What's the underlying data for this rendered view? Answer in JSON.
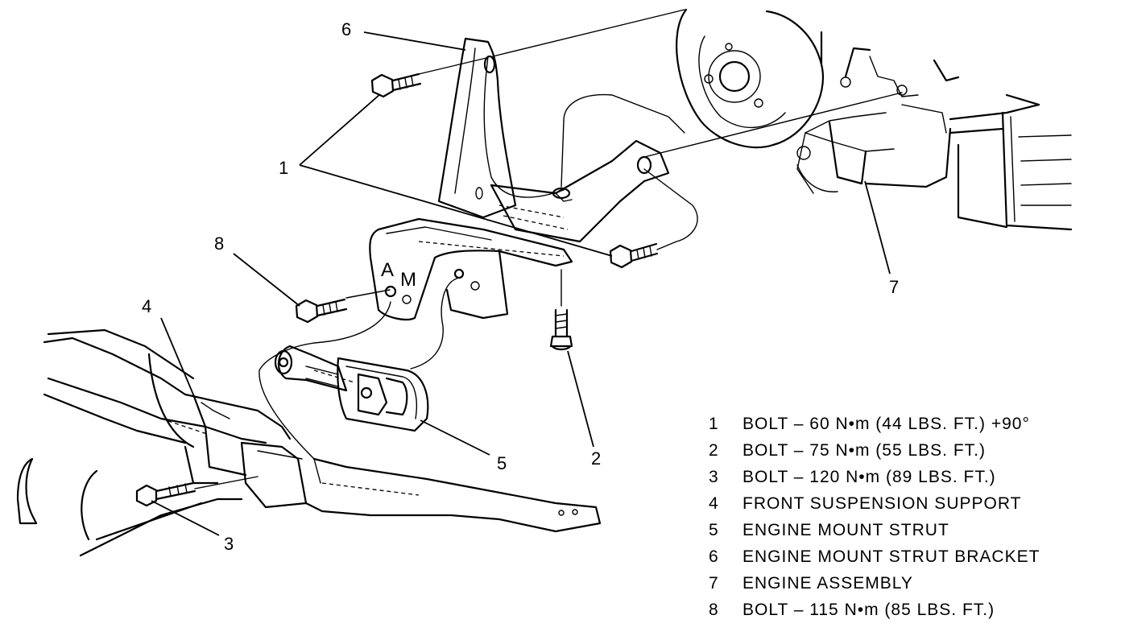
{
  "callouts": {
    "c1": "1",
    "c2": "2",
    "c3": "3",
    "c4": "4",
    "c5": "5",
    "c6": "6",
    "c7": "7",
    "c8": "8"
  },
  "bracket_stamp": {
    "letter_a": "A",
    "letter_m": "M"
  },
  "legend": [
    {
      "num": "1",
      "text": "BOLT – 60 N•m (44 LBS. FT.) +90°"
    },
    {
      "num": "2",
      "text": "BOLT – 75 N•m (55 LBS. FT.)"
    },
    {
      "num": "3",
      "text": "BOLT – 120 N•m (89 LBS. FT.)"
    },
    {
      "num": "4",
      "text": "FRONT SUSPENSION SUPPORT"
    },
    {
      "num": "5",
      "text": "ENGINE MOUNT STRUT"
    },
    {
      "num": "6",
      "text": "ENGINE MOUNT STRUT BRACKET"
    },
    {
      "num": "7",
      "text": "ENGINE ASSEMBLY"
    },
    {
      "num": "8",
      "text": "BOLT – 115 N•m (85 LBS. FT.)"
    }
  ]
}
